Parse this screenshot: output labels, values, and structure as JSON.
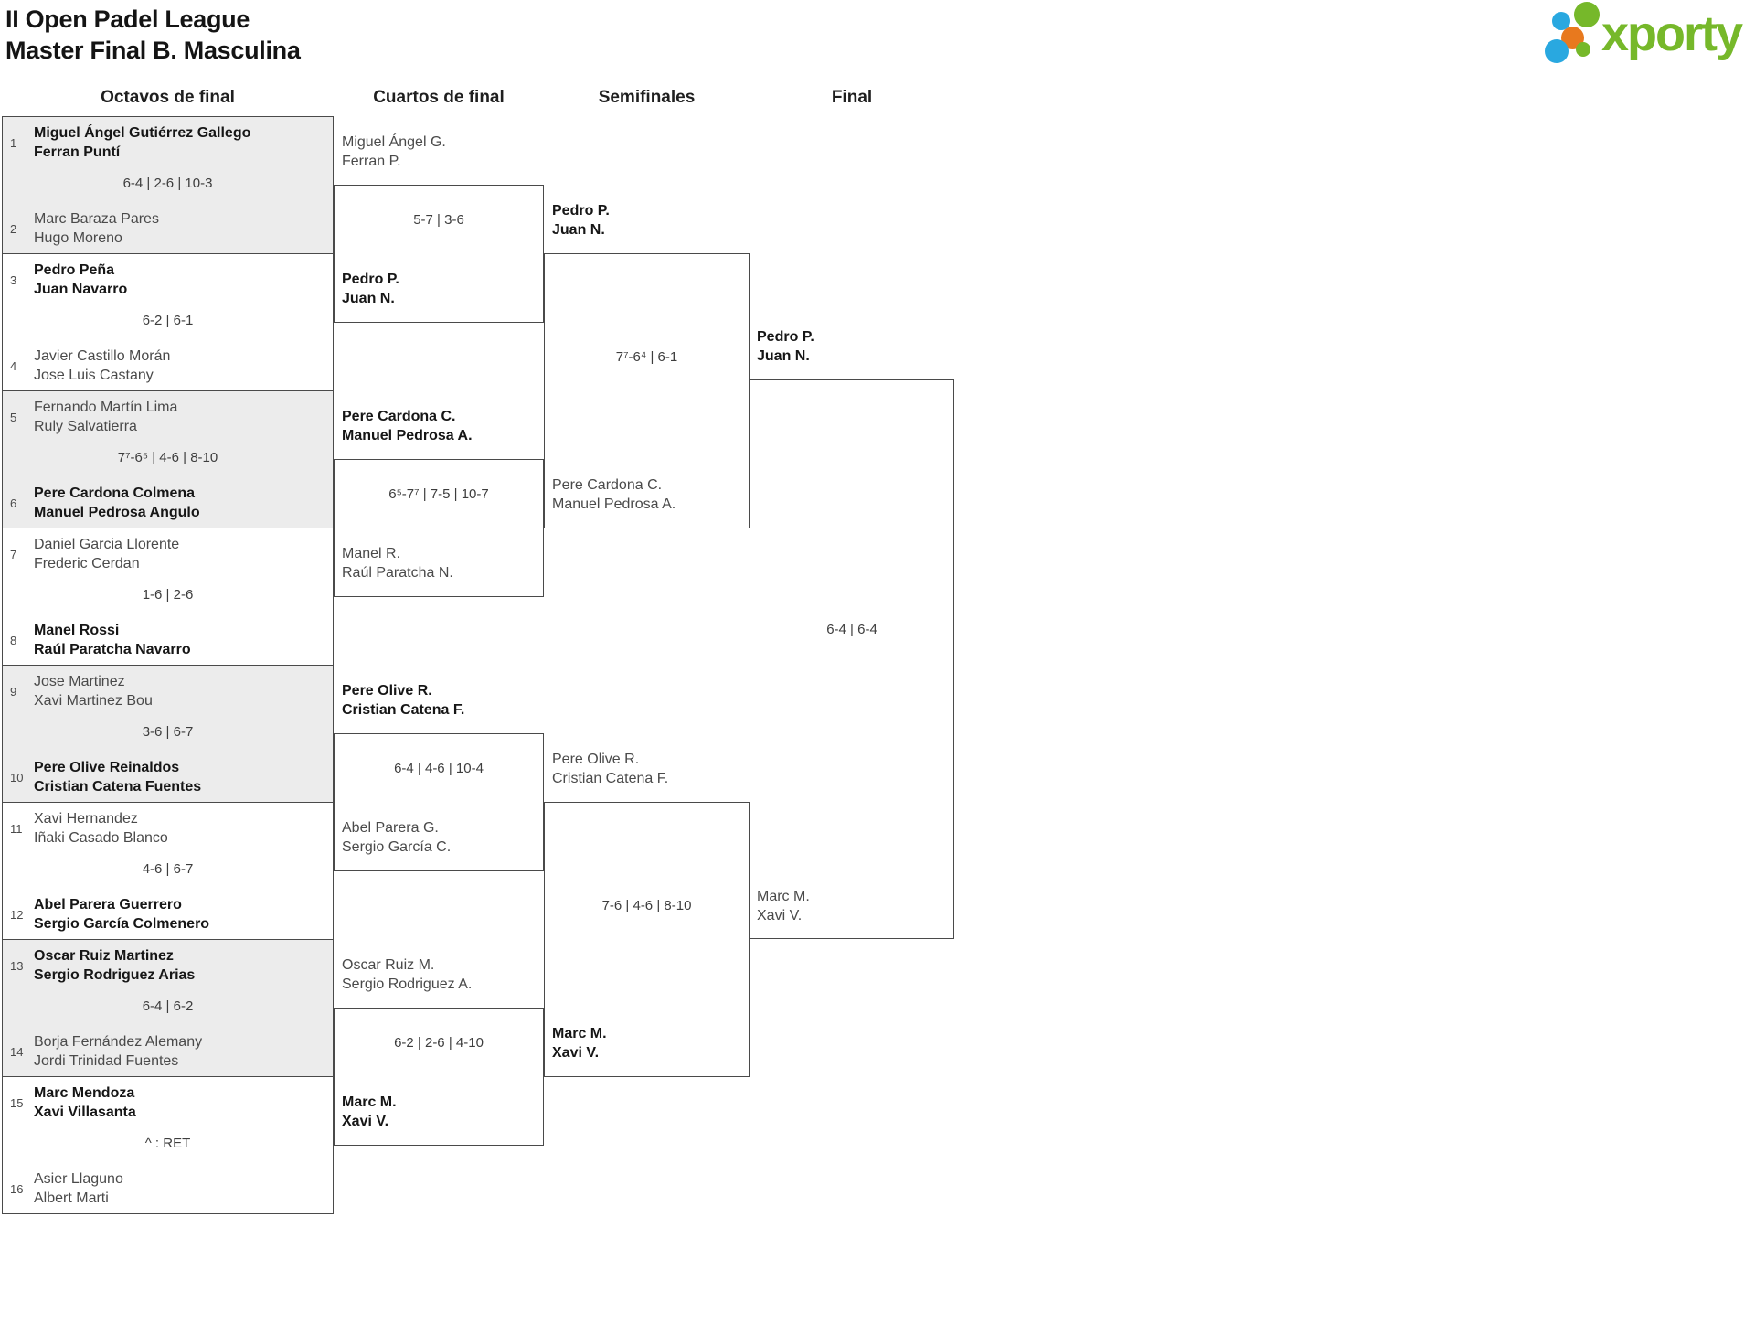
{
  "title": {
    "line1": "II Open Padel League",
    "line2": "Master Final B. Masculina"
  },
  "logo": {
    "text": "xporty",
    "wordmark_color": "#76b82a",
    "dot_colors": {
      "green": "#76b82a",
      "blue": "#29a8e0",
      "orange": "#e8791e"
    }
  },
  "bracket": {
    "rounds": [
      "Octavos de final",
      "Cuartos de final",
      "Semifinales",
      "Final"
    ],
    "octavos": [
      {
        "score": "6-4 | 2-6 | 10-3",
        "top": {
          "seed": "1",
          "players": [
            "Miguel Ángel Gutiérrez Gallego",
            "Ferran Puntí"
          ],
          "winner": true
        },
        "bottom": {
          "seed": "2",
          "players": [
            "Marc Baraza Pares",
            "Hugo Moreno"
          ],
          "winner": false
        }
      },
      {
        "score": "6-2 | 6-1",
        "top": {
          "seed": "3",
          "players": [
            "Pedro Peña",
            "Juan Navarro"
          ],
          "winner": true
        },
        "bottom": {
          "seed": "4",
          "players": [
            "Javier Castillo Morán",
            "Jose Luis Castany"
          ],
          "winner": false
        }
      },
      {
        "score": "7⁷-6⁵ | 4-6 | 8-10",
        "top": {
          "seed": "5",
          "players": [
            "Fernando Martín Lima",
            "Ruly Salvatierra"
          ],
          "winner": false
        },
        "bottom": {
          "seed": "6",
          "players": [
            "Pere Cardona Colmena",
            "Manuel Pedrosa Angulo"
          ],
          "winner": true
        }
      },
      {
        "score": "1-6 | 2-6",
        "top": {
          "seed": "7",
          "players": [
            "Daniel Garcia Llorente",
            "Frederic Cerdan"
          ],
          "winner": false
        },
        "bottom": {
          "seed": "8",
          "players": [
            "Manel Rossi",
            "Raúl Paratcha Navarro"
          ],
          "winner": true
        }
      },
      {
        "score": "3-6 | 6-7",
        "top": {
          "seed": "9",
          "players": [
            "Jose Martinez",
            "Xavi Martinez Bou"
          ],
          "winner": false
        },
        "bottom": {
          "seed": "10",
          "players": [
            "Pere Olive Reinaldos",
            "Cristian Catena Fuentes"
          ],
          "winner": true
        }
      },
      {
        "score": "4-6 | 6-7",
        "top": {
          "seed": "11",
          "players": [
            "Xavi Hernandez",
            "Iñaki Casado Blanco"
          ],
          "winner": false
        },
        "bottom": {
          "seed": "12",
          "players": [
            "Abel Parera Guerrero",
            "Sergio García Colmenero"
          ],
          "winner": true
        }
      },
      {
        "score": "6-4 | 6-2",
        "top": {
          "seed": "13",
          "players": [
            "Oscar Ruiz Martinez",
            "Sergio Rodriguez Arias"
          ],
          "winner": true
        },
        "bottom": {
          "seed": "14",
          "players": [
            "Borja Fernández Alemany",
            "Jordi Trinidad Fuentes"
          ],
          "winner": false
        }
      },
      {
        "score": "^ : RET",
        "top": {
          "seed": "15",
          "players": [
            "Marc Mendoza",
            "Xavi Villasanta"
          ],
          "winner": true
        },
        "bottom": {
          "seed": "16",
          "players": [
            "Asier Llaguno",
            "Albert Marti"
          ],
          "winner": false
        }
      }
    ],
    "cuartos": [
      {
        "score": "5-7 | 3-6",
        "top": {
          "players": [
            "Miguel Ángel G.",
            "Ferran P."
          ],
          "winner": false
        },
        "bottom": {
          "players": [
            "Pedro P.",
            "Juan N."
          ],
          "winner": true
        }
      },
      {
        "score": "6⁵-7⁷ | 7-5 | 10-7",
        "top": {
          "players": [
            "Pere Cardona C.",
            "Manuel Pedrosa A."
          ],
          "winner": true
        },
        "bottom": {
          "players": [
            "Manel R.",
            "Raúl Paratcha N."
          ],
          "winner": false
        }
      },
      {
        "score": "6-4 | 4-6 | 10-4",
        "top": {
          "players": [
            "Pere Olive R.",
            "Cristian Catena F."
          ],
          "winner": true
        },
        "bottom": {
          "players": [
            "Abel Parera G.",
            "Sergio García C."
          ],
          "winner": false
        }
      },
      {
        "score": "6-2 | 2-6 | 4-10",
        "top": {
          "players": [
            "Oscar Ruiz M.",
            "Sergio Rodriguez A."
          ],
          "winner": false
        },
        "bottom": {
          "players": [
            "Marc M.",
            "Xavi V."
          ],
          "winner": true
        }
      }
    ],
    "semifinales": [
      {
        "score": "7⁷-6⁴ | 6-1",
        "top": {
          "players": [
            "Pedro P.",
            "Juan N."
          ],
          "winner": true
        },
        "bottom": {
          "players": [
            "Pere Cardona C.",
            "Manuel Pedrosa A."
          ],
          "winner": false
        }
      },
      {
        "score": "7-6 | 4-6 | 8-10",
        "top": {
          "players": [
            "Pere Olive R.",
            "Cristian Catena F."
          ],
          "winner": false
        },
        "bottom": {
          "players": [
            "Marc M.",
            "Xavi V."
          ],
          "winner": true
        }
      }
    ],
    "final": {
      "score": "6-4 | 6-4",
      "top": {
        "players": [
          "Pedro P.",
          "Juan N."
        ],
        "winner": true
      },
      "bottom": {
        "players": [
          "Marc M.",
          "Xavi V."
        ],
        "winner": false
      }
    }
  }
}
